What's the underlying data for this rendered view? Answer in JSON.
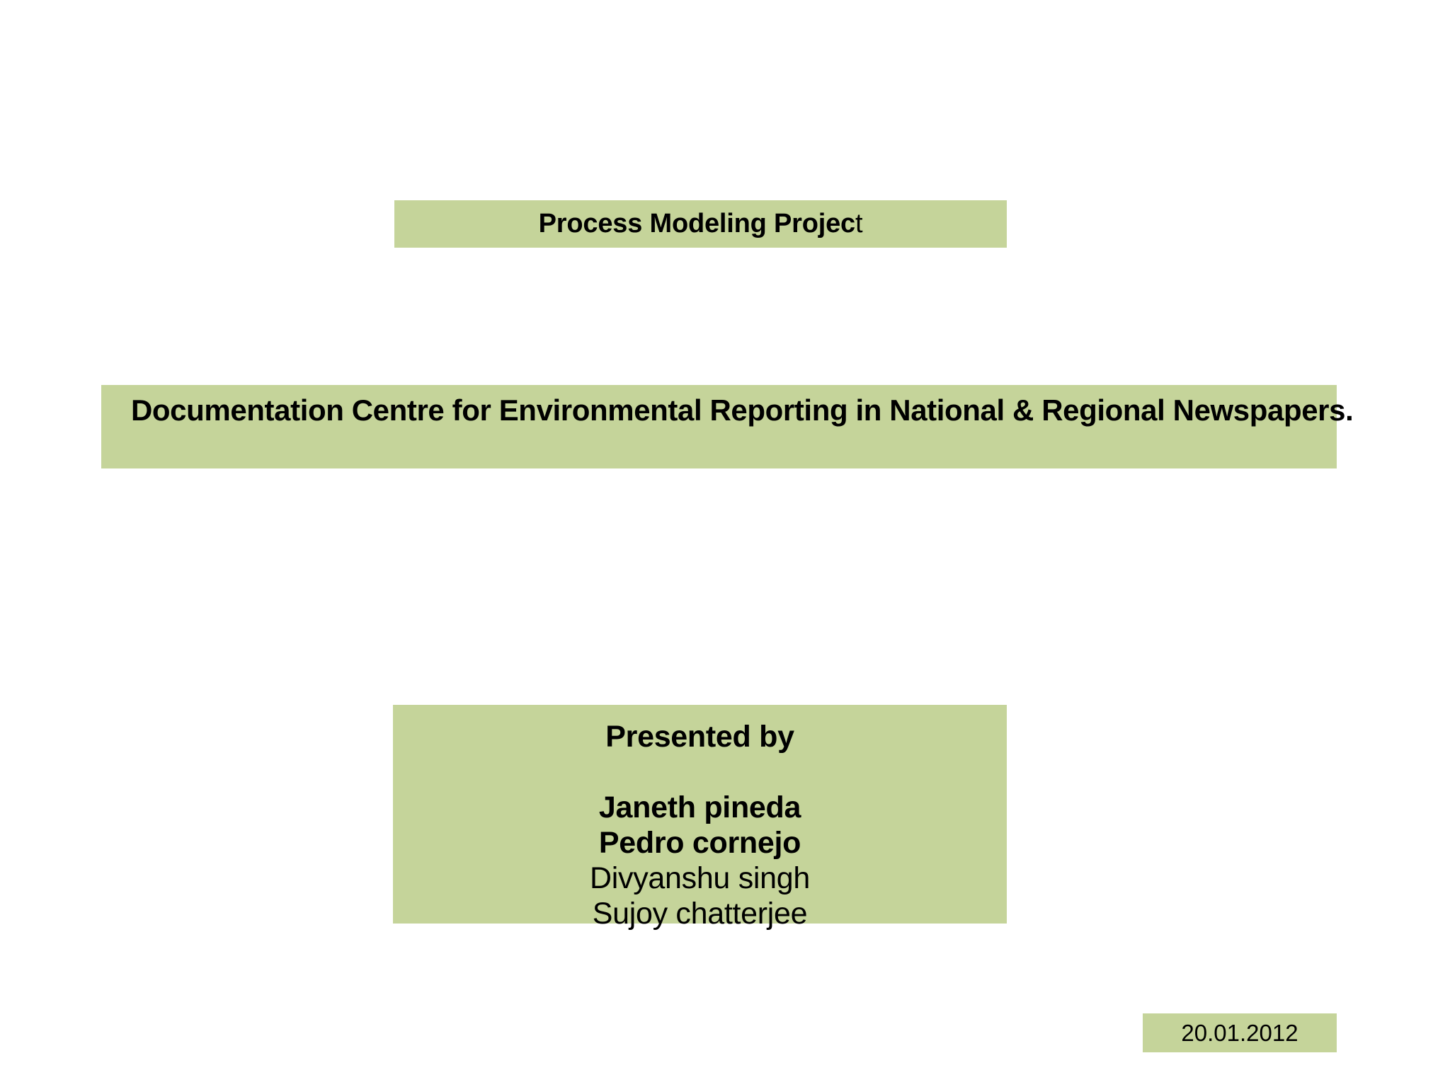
{
  "slide": {
    "background_color": "#ffffff",
    "band_color": "#c5d49a",
    "text_color": "#000000"
  },
  "title": {
    "main": "Process Modeling Projec",
    "tail": "t",
    "full": "Process Modeling Project"
  },
  "subtitle": {
    "text": "Documentation Centre for Environmental Reporting in National & Regional Newspapers."
  },
  "presenters": {
    "heading": "Presented by",
    "spacer": " ",
    "names": [
      {
        "name": "Janeth pineda",
        "bold": true
      },
      {
        "name": "Pedro cornejo",
        "bold": true
      },
      {
        "name": "Divyanshu singh",
        "bold": false
      },
      {
        "name": "Sujoy chatterjee",
        "bold": false
      }
    ]
  },
  "date": {
    "value": "20.01.2012"
  }
}
